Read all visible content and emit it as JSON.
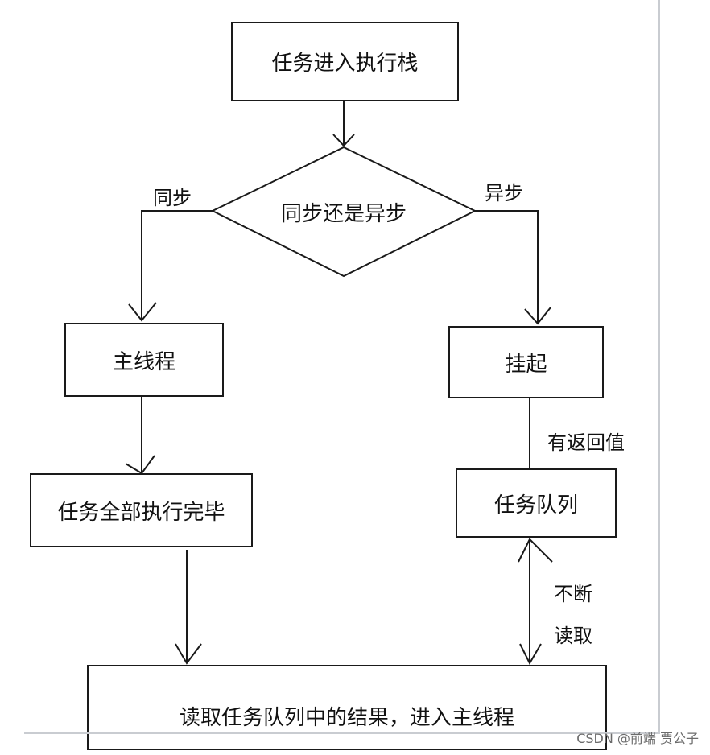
{
  "nodes": {
    "task_enter": "任务进入执行栈",
    "decision": "同步还是异步",
    "main_thread": "主线程",
    "all_done": "任务全部执行完毕",
    "suspend": "挂起",
    "task_queue": "任务队列",
    "read_result": "读取任务队列中的结果，进入主线程"
  },
  "edge_labels": {
    "sync": "同步",
    "async": "异步",
    "has_return": "有返回值",
    "keep": "不断",
    "read": "读取"
  },
  "watermark": "CSDN @前端 贾公子"
}
